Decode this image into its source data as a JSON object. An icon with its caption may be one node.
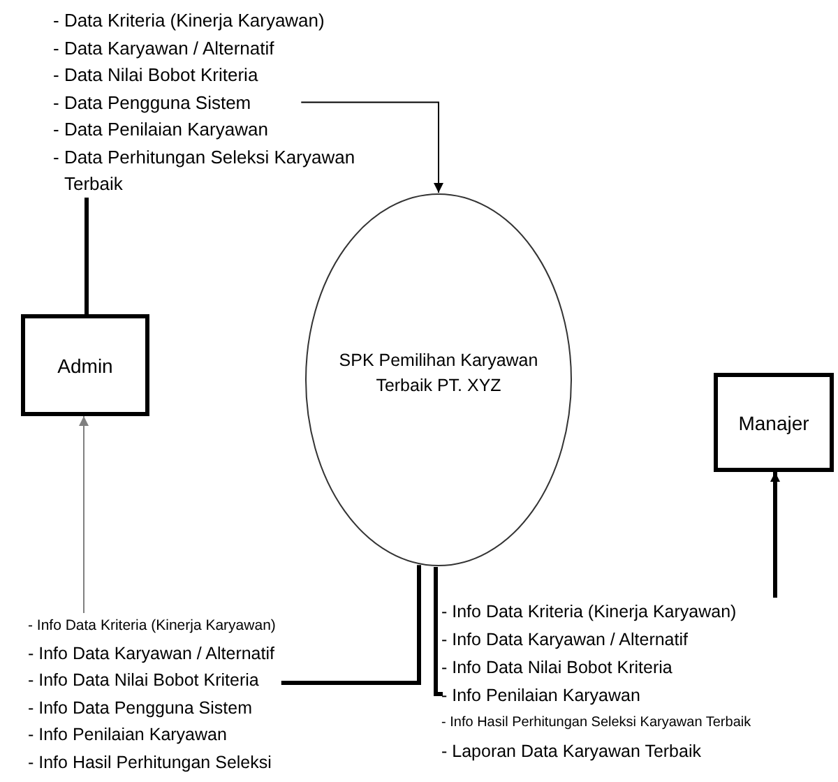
{
  "diagram": {
    "nodes": [
      {
        "text": [
          "- Data Kriteria (Kinerja Karyawan)",
          "- Data Karyawan / Alternatif",
          "- Data Nilai Bobot Kriteria",
          "- Data Pengguna Sistem",
          "- Data Penilaian Karyawan",
          "- Data Perhitungan Seleksi Karyawan Terbaik"
        ]
      },
      {
        "text": [
          "Admin"
        ]
      },
      {
        "text": [
          "SPK Pemilihan Karyawan Terbaik PT. XYZ"
        ]
      },
      {
        "text": [
          "Manajer"
        ]
      },
      {
        "text": [
          "- Info Data Kriteria (Kinerja Karyawan)",
          "- Info Data Karyawan / Alternatif",
          "- Info Data Nilai Bobot Kriteria",
          "- Info Data Pengguna Sistem",
          "- Info Penilaian Karyawan",
          "- Info Hasil Perhitungan Seleksi"
        ]
      },
      {
        "text": [
          "- Info Data Kriteria (Kinerja Karyawan)",
          "- Info Data Karyawan / Alternatif",
          "- Info Data Nilai Bobot Kriteria",
          "- Info Penilaian Karyawan",
          "- Info Hasil Perhitungan Seleksi Karyawan Terbaik",
          "- Laporan Data Karyawan Terbaik"
        ]
      }
    ],
    "edges": [
      {
        "from": 1,
        "to": 0,
        "arrow": "none"
      },
      {
        "from": 0,
        "to": 2,
        "arrow": "to"
      },
      {
        "from": 2,
        "to": 4,
        "arrow": "none"
      },
      {
        "from": 4,
        "to": 1,
        "arrow": "to",
        "color": "#808080"
      },
      {
        "from": 2,
        "to": 5,
        "arrow": "none"
      },
      {
        "from": 5,
        "to": 3,
        "arrow": "to"
      }
    ]
  }
}
